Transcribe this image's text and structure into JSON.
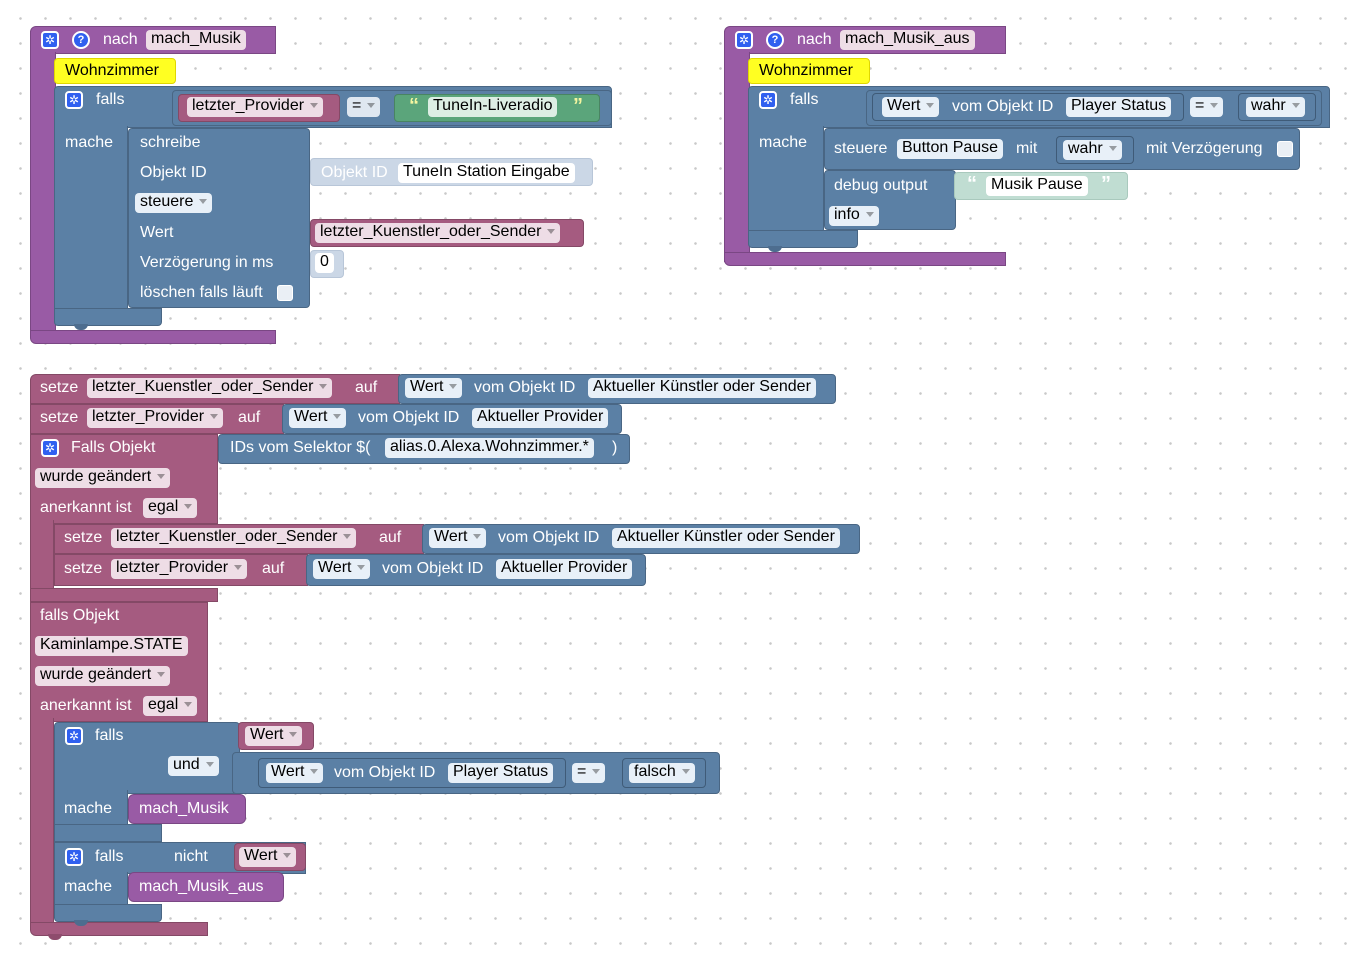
{
  "colors": {
    "procedure": "#995ba5",
    "logic": "#5b80a5",
    "variable": "#a55b80",
    "text": "#5ba57b",
    "comment": "#ffff22",
    "gear": "#3060f0"
  },
  "icons": {
    "settings": "gear-icon",
    "help": "question-icon",
    "quote_open": "quote-open-icon",
    "quote_close": "quote-close-icon"
  },
  "proc1": {
    "to": "nach",
    "name": "mach_Musik",
    "comment": "Wohnzimmer",
    "if_label": "falls",
    "do_label": "mache",
    "var": "letzter_Provider",
    "op": "=",
    "text": "TuneIn-Liveradio",
    "write_label": "schreibe",
    "objid_label": "Objekt ID",
    "objid_prefix": "Objekt ID",
    "objid_value": "TuneIn Station Eingabe",
    "mode": "steuere",
    "value_label": "Wert",
    "value_var": "letzter_Kuenstler_oder_Sender",
    "delay_label": "Verzögerung in ms",
    "delay_value": "0",
    "clear_label": "löschen falls läuft"
  },
  "proc2": {
    "to": "nach",
    "name": "mach_Musik_aus",
    "comment": "Wohnzimmer",
    "if_label": "falls",
    "do_label": "mache",
    "wert": "Wert",
    "vom": "vom Objekt ID",
    "object": "Player Status",
    "op": "=",
    "bool": "wahr",
    "control_label": "steuere",
    "control_target": "Button Pause",
    "with_label": "mit",
    "with_value": "wahr",
    "delay_label": "mit Verzögerung",
    "debug_label": "debug output",
    "debug_text": "Musik Pause",
    "level": "info"
  },
  "main": {
    "set1": {
      "setze": "setze",
      "var": "letzter_Kuenstler_oder_Sender",
      "auf": "auf",
      "wert": "Wert",
      "vom": "vom Objekt ID",
      "object": "Aktueller Künstler oder Sender"
    },
    "set2": {
      "setze": "setze",
      "var": "letzter_Provider",
      "auf": "auf",
      "wert": "Wert",
      "vom": "vom Objekt ID",
      "object": "Aktueller Provider"
    },
    "on1": {
      "label": "Falls Objekt",
      "selector_label": "IDs vom Selektor $(",
      "selector": "alias.0.Alexa.Wohnzimmer.*",
      "close": ")",
      "changed": "wurde geändert",
      "ack_label": "anerkannt ist",
      "ack_value": "egal"
    },
    "set3": {
      "setze": "setze",
      "var": "letzter_Kuenstler_oder_Sender",
      "auf": "auf",
      "wert": "Wert",
      "vom": "vom Objekt ID",
      "object": "Aktueller Künstler oder Sender"
    },
    "set4": {
      "setze": "setze",
      "var": "letzter_Provider",
      "auf": "auf",
      "wert": "Wert",
      "vom": "vom Objekt ID",
      "object": "Aktueller Provider"
    },
    "on2": {
      "label": "falls Objekt",
      "object": "Kaminlampe.STATE",
      "changed": "wurde geändert",
      "ack_label": "anerkannt ist",
      "ack_value": "egal"
    },
    "if1": {
      "if_label": "falls",
      "wert": "Wert",
      "and": "und",
      "wert2": "Wert",
      "vom": "vom Objekt ID",
      "object": "Player Status",
      "op": "=",
      "bool": "falsch",
      "do_label": "mache",
      "call": "mach_Musik"
    },
    "if2": {
      "if_label": "falls",
      "not": "nicht",
      "wert": "Wert",
      "do_label": "mache",
      "call": "mach_Musik_aus"
    }
  }
}
